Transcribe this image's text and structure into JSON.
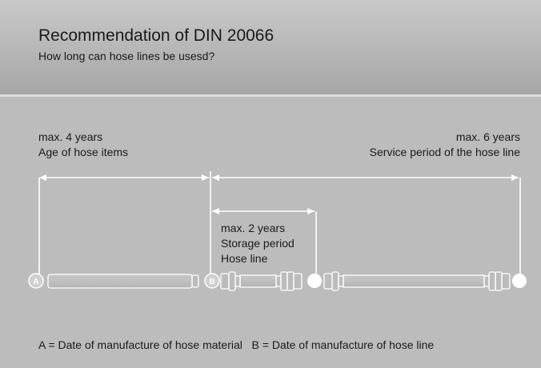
{
  "title": "Recommendation of DIN 20066",
  "subtitle": "How long can hose lines be usesd?",
  "age": {
    "line1": "max. 4 years",
    "line2": "Age of hose items"
  },
  "service": {
    "line1": "max. 6 years",
    "line2": "Service period of the hose line"
  },
  "storage": {
    "line1": "max. 2 years",
    "line2": "Storage period",
    "line3": "Hose line"
  },
  "markers": {
    "a": "A",
    "b": "B"
  },
  "legend": {
    "a": "A = Date of manufacture of hose material",
    "b": "B = Date of manufacture of hose line"
  }
}
